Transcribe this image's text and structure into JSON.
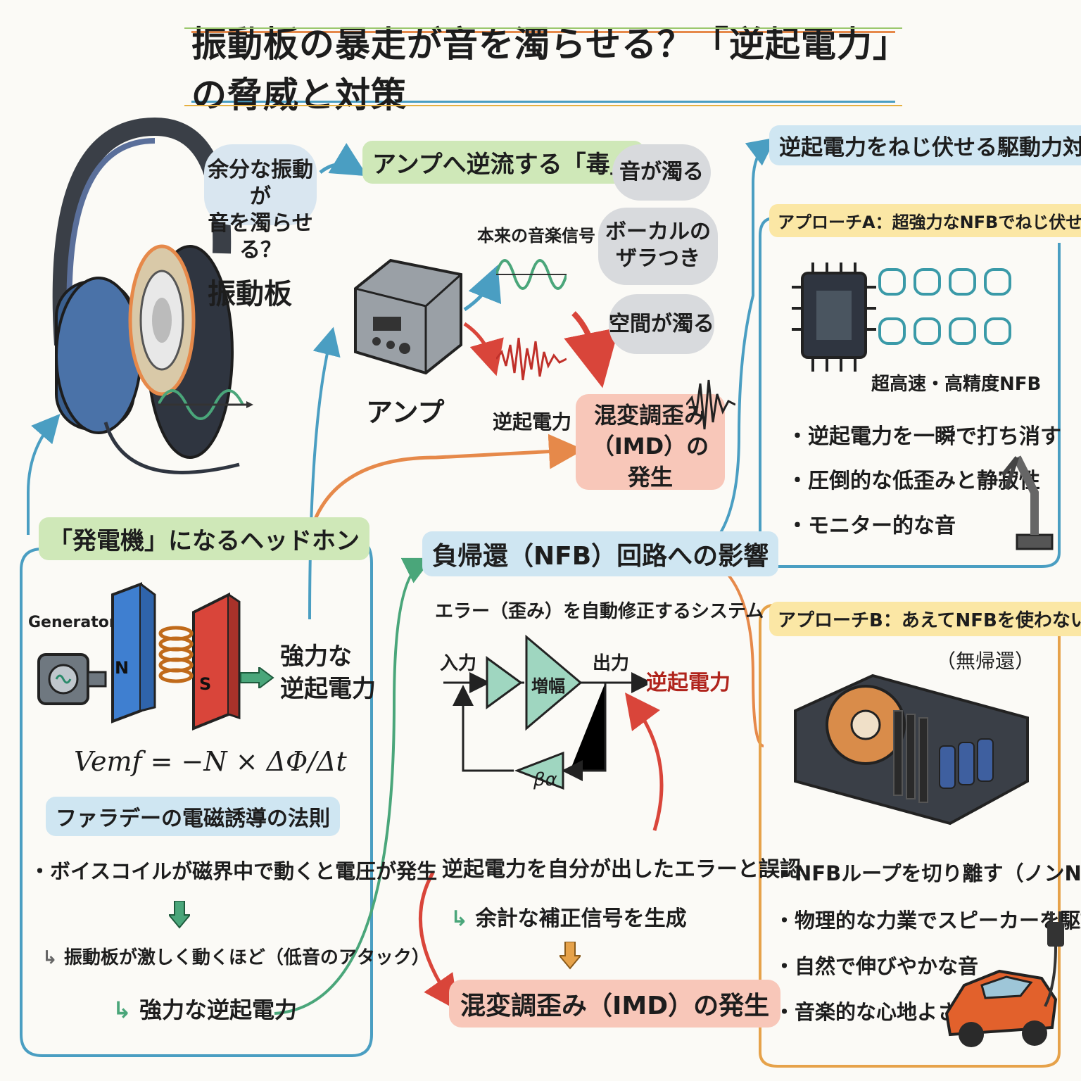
{
  "title": "振動板の暴走が音を濁らせる？「逆起電力」の脅威と対策",
  "headphone": {
    "bubble": [
      "余分な振動が",
      "音を濁らせる？"
    ],
    "diaphragm_label": "振動板"
  },
  "generator_section": {
    "heading": "「発電機」になるヘッドホン",
    "generator_label": "Generator",
    "magnet_n": "N",
    "magnet_s": "S",
    "result": [
      "強力な",
      "逆起電力"
    ],
    "formula": "Vemf = −N × ΔΦ/Δt",
    "law_title": "ファラデーの電磁誘導の法則",
    "bullet": "・ボイスコイルが磁界中で動くと電圧が発生",
    "step1": "振動板が激しく動くほど（低音のアタック）",
    "step2": "強力な逆起電力"
  },
  "amp_section": {
    "heading": "アンプへ逆流する「毒」",
    "original_signal": "本来の音楽信号",
    "amp_label": "アンプ",
    "back_emf": "逆起電力",
    "imd": [
      "混変調歪み",
      "（IMD）の発生"
    ],
    "clouds": [
      "音が濁る",
      "ボーカルの",
      "ザラつき",
      "空間が濁る"
    ]
  },
  "nfb_section": {
    "heading": "負帰還（NFB）回路への影響",
    "subtitle": "エラー（歪み）を自動修正するシステム",
    "input": "入力",
    "amp": "増幅",
    "output": "出力",
    "back_emf": "逆起電力",
    "feedback": "βα",
    "misrecog": "逆起電力を自分が出したエラーと誤認",
    "extra": "余計な補正信号を生成",
    "imd": "混変調歪み（IMD）の発生"
  },
  "countermeasure": {
    "heading": "逆起電力をねじ伏せる駆動力対策",
    "approach_a": {
      "title": "アプローチA：超強力なNFBでねじ伏せる",
      "caption": "超高速・高精度NFB",
      "bullets": [
        "・逆起電力を一瞬で打ち消す",
        "・圧倒的な低歪みと静寂性",
        "・モニター的な音"
      ]
    },
    "approach_b": {
      "title": "アプローチB：あえてNFBを使わない",
      "sub": "（無帰還）",
      "bullets": [
        "・NFBループを切り離す（ノンNFB）",
        "・物理的な力業でスピーカーを駆動",
        "・自然で伸びやかな音",
        "・音楽的な心地よさ"
      ]
    }
  },
  "colors": {
    "green": "#cfe8b8",
    "blue": "#cfe6f2",
    "yellow": "#fbe7a5",
    "red": "#f8c7b9",
    "blue_line": "#4a9ec2",
    "orange_line": "#e6894a",
    "green_line": "#4aa67a",
    "red_line": "#d9453a"
  }
}
